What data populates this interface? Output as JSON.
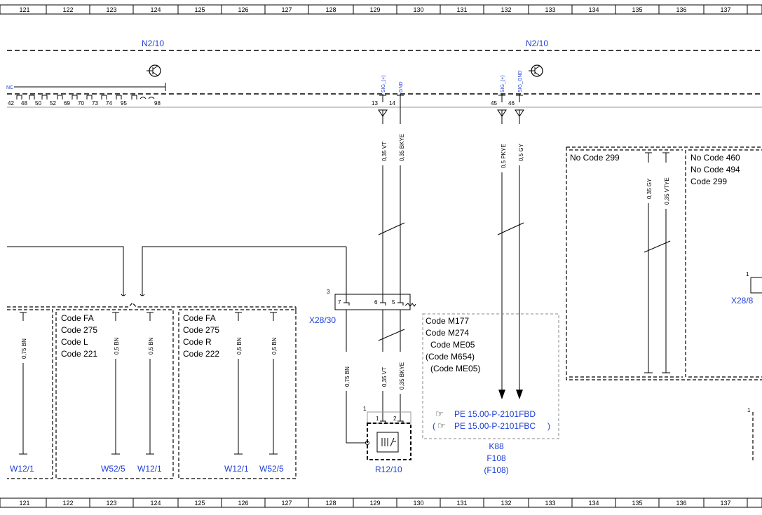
{
  "grid": {
    "columns": [
      "121",
      "122",
      "123",
      "124",
      "125",
      "126",
      "127",
      "128",
      "129",
      "130",
      "131",
      "132",
      "133",
      "134",
      "135",
      "136",
      "137"
    ]
  },
  "modules": {
    "left_label": "N2/10",
    "right_label": "N2/10",
    "nc_label": "NC",
    "pins_left": [
      "42",
      "48",
      "50",
      "52",
      "69",
      "70",
      "73",
      "74",
      "95",
      "98"
    ],
    "pins_right": [
      "13",
      "14",
      "45",
      "46"
    ],
    "signals": [
      "SIG_(+)",
      "GND",
      "SIG_(+)",
      "SIG_GND"
    ]
  },
  "wires": {
    "w129_top": "0,35 VT",
    "w130_top": "0,35 BKYE",
    "w132_top": "0,5 PKYE",
    "w133_top": "0,5 GY",
    "w135a": "0,35 GY",
    "w135b": "0,35 VTYE",
    "w121": "0,75 BN",
    "w123": "0,5 BN",
    "w124": "0,5 BN",
    "w126": "0,5 BN",
    "w127": "0,5 BN",
    "w128": "0,75 BN",
    "w129_bottom": "0,35 VT",
    "w130_bottom": "0,35 BKYE"
  },
  "codes": {
    "box_left": [
      "Code FA",
      "Code 275",
      "Code L",
      "Code 221"
    ],
    "box_mid": [
      "Code FA",
      "Code 275",
      "Code R",
      "Code 222"
    ],
    "box_engine": [
      "Code M177",
      "Code M274",
      "Code ME05",
      "(Code M654)",
      "(Code ME05)"
    ],
    "box_right1": "No Code 299",
    "box_right2": [
      "No Code 460",
      "No Code 494",
      "Code 299"
    ]
  },
  "connectors": {
    "x28_30": "X28/30",
    "x28_8": "X28/8",
    "pin3": "3",
    "pin7": "7",
    "pin6": "6",
    "pin5": "5",
    "pin1a": "1",
    "pin1b": "1",
    "pin2": "2",
    "pin1c": "1",
    "pin1d": "1"
  },
  "components": {
    "r12_10": "R12/10",
    "k88": "K88",
    "f108": "F108",
    "f108p": "(F108)"
  },
  "references": {
    "ref1": "PE 15.00-P-2101FBD",
    "ref2": "PE 15.00-P-2101FBC",
    "ref2_close": ")"
  },
  "ground_labels": {
    "g121": "W12/1",
    "g123": "W52/5",
    "g124": "W12/1",
    "g126": "W12/1",
    "g127": "W52/5"
  }
}
